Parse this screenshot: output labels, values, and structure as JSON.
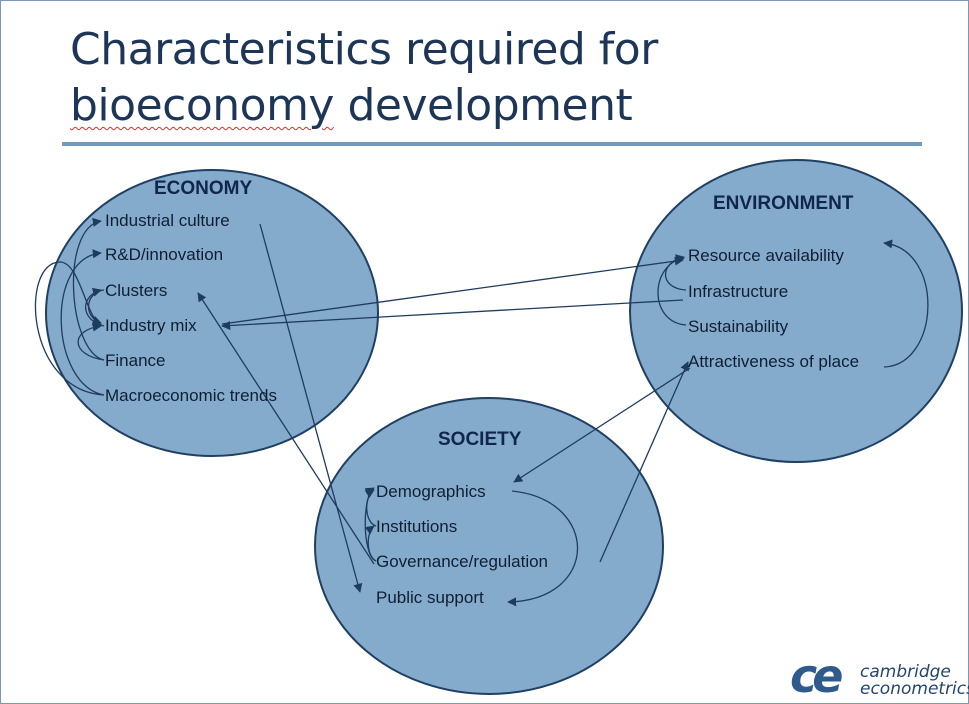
{
  "title": {
    "line1": "Characteristics required for",
    "line2_word": "bioeconomy",
    "line2_rest": " development"
  },
  "economy": {
    "heading": "ECONOMY",
    "items": [
      "Industrial culture",
      "R&D/innovation",
      "Clusters",
      "Industry mix",
      "Finance",
      "Macroeconomic trends"
    ]
  },
  "environment": {
    "heading": "ENVIRONMENT",
    "items": [
      "Resource availability",
      "Infrastructure",
      "Sustainability",
      "Attractiveness of place"
    ]
  },
  "society": {
    "heading": "SOCIETY",
    "items": [
      "Demographics",
      "Institutions",
      "Governance/regulation",
      "Public support"
    ]
  },
  "logo": {
    "mark": "ce",
    "word1": "cambridge",
    "word2": "econometrics"
  },
  "colors": {
    "circle_fill": "#85abcc",
    "circle_stroke": "#1f3f63",
    "arrow": "#1f3c5e",
    "title": "#1d3557",
    "rule": "#6f9bc0"
  }
}
